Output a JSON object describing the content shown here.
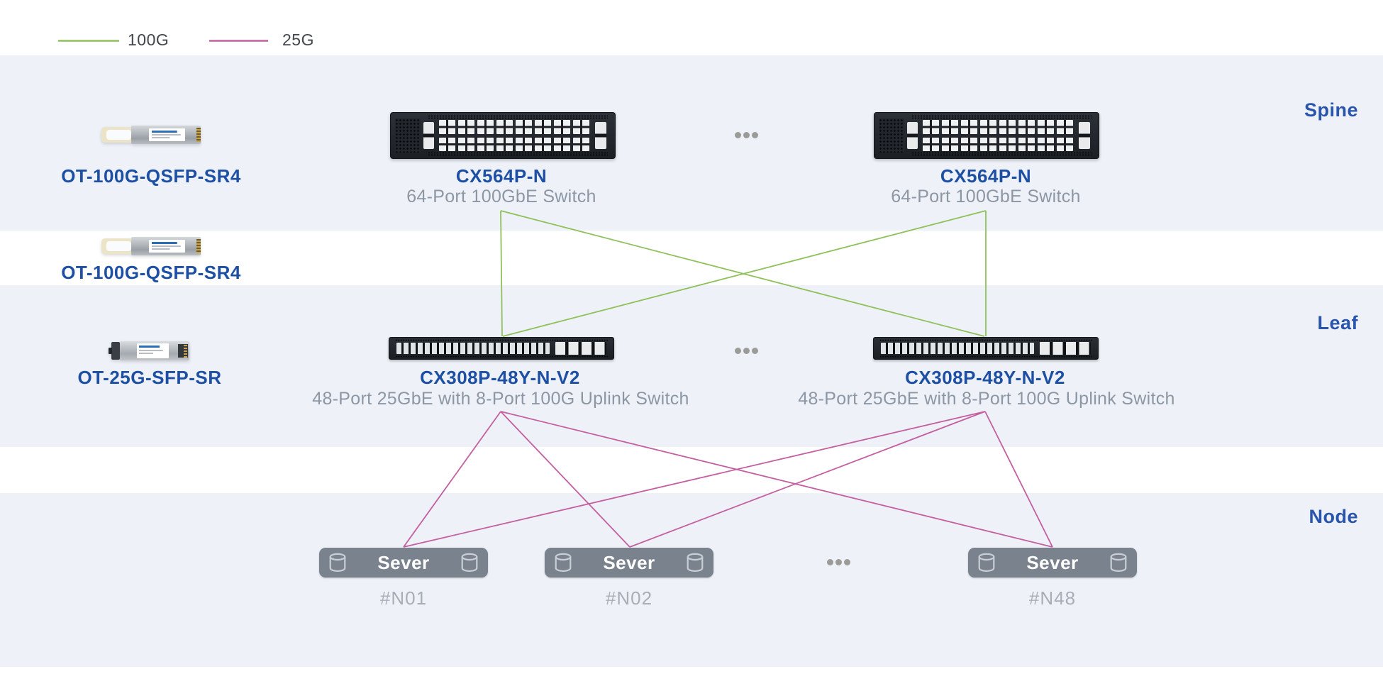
{
  "legend": {
    "items": [
      {
        "label": "100G",
        "color": "#8fc05a"
      },
      {
        "label": "25G",
        "color": "#c45fa0"
      }
    ]
  },
  "layers": {
    "spine": "Spine",
    "leaf": "Leaf",
    "node": "Node"
  },
  "transceivers": [
    {
      "model": "OT-100G-QSFP-SR4",
      "type": "qsfp"
    },
    {
      "model": "OT-100G-QSFP-SR4",
      "type": "qsfp"
    },
    {
      "model": "OT-25G-SFP-SR",
      "type": "sfp"
    }
  ],
  "spine_switches": [
    {
      "model": "CX564P-N",
      "description": "64-Port 100GbE Switch"
    },
    {
      "model": "CX564P-N",
      "description": "64-Port 100GbE Switch"
    }
  ],
  "leaf_switches": [
    {
      "model": "CX308P-48Y-N-V2",
      "description": "48-Port 25GbE with 8-Port 100G Uplink Switch"
    },
    {
      "model": "CX308P-48Y-N-V2",
      "description": "48-Port 25GbE with 8-Port 100G Uplink Switch"
    }
  ],
  "servers": [
    {
      "label": "Sever",
      "id": "#N01"
    },
    {
      "label": "Sever",
      "id": "#N02"
    },
    {
      "label": "Sever",
      "id": "#N48"
    }
  ],
  "colors": {
    "link_100g": "#8fc05a",
    "link_25g": "#c45fa0",
    "accent_blue": "#1d4fa4",
    "layer_label_blue": "#2a55ad",
    "subtitle_gray": "#8d97a4",
    "node_id_gray": "#a9aeb6",
    "band_blue": "#eef2f8",
    "server_gray": "#79828d"
  }
}
